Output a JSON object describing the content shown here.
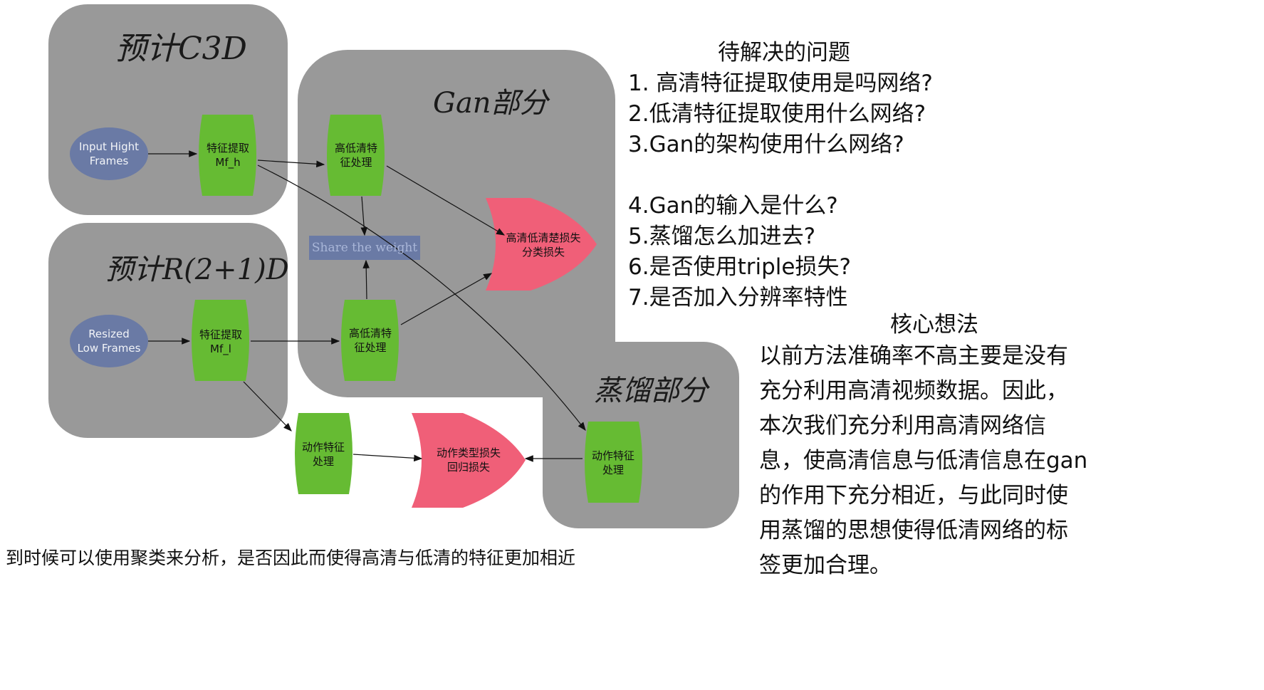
{
  "regions": {
    "c3d_title": "预计C3D",
    "gan_title": "Gan部分",
    "r21d_title": "预计R(2+1)D",
    "distill_title": "蒸馏部分"
  },
  "nodes": {
    "input_high": "Input  Hight\nFrames",
    "resized_low": "Resized\nLow Frames",
    "feat_high": "特征提取\nMf_h",
    "feat_low": "特征提取\nMf_l",
    "gan_proc_top": "高低清特\n征处理",
    "gan_proc_bottom": "高低清特\n征处理",
    "share_weight": "Share the weight",
    "loss_cls": "高清低清楚损失\n分类损失",
    "action_proc_left": "动作特征\n处理",
    "action_proc_right": "动作特征\n处理",
    "loss_action": "动作类型损失\n回归损失"
  },
  "questions": {
    "heading": "待解决的问题",
    "items": [
      "1. 高清特征提取使用是吗网络?",
      "2.低清特征提取使用什么网络?",
      "3.Gan的架构使用什么网络?",
      "",
      "4.Gan的输入是什么?",
      "5.蒸馏怎么加进去?",
      "6.是否使用triple损失?",
      "7.是否加入分辨率特性"
    ]
  },
  "core_idea": {
    "heading": "核心想法",
    "lines": [
      "以前方法准确率不高主要是没有",
      "充分利用高清视频数据。因此，",
      "本次我们充分利用高清网络信",
      "息，使高清信息与低清信息在gan",
      "的作用下充分相近，与此同时使",
      "用蒸馏的思想使得低清网络的标",
      "签更加合理。"
    ]
  },
  "footnote": "到时候可以使用聚类来分析，是否因此而使得高清与低清的特征更加相近",
  "colors": {
    "region": "#999999",
    "green": "#66bb33",
    "pink": "#f05f78",
    "ellipse": "#6a7aa5",
    "share_box": "#6a7aa5",
    "arrow": "#111111"
  }
}
